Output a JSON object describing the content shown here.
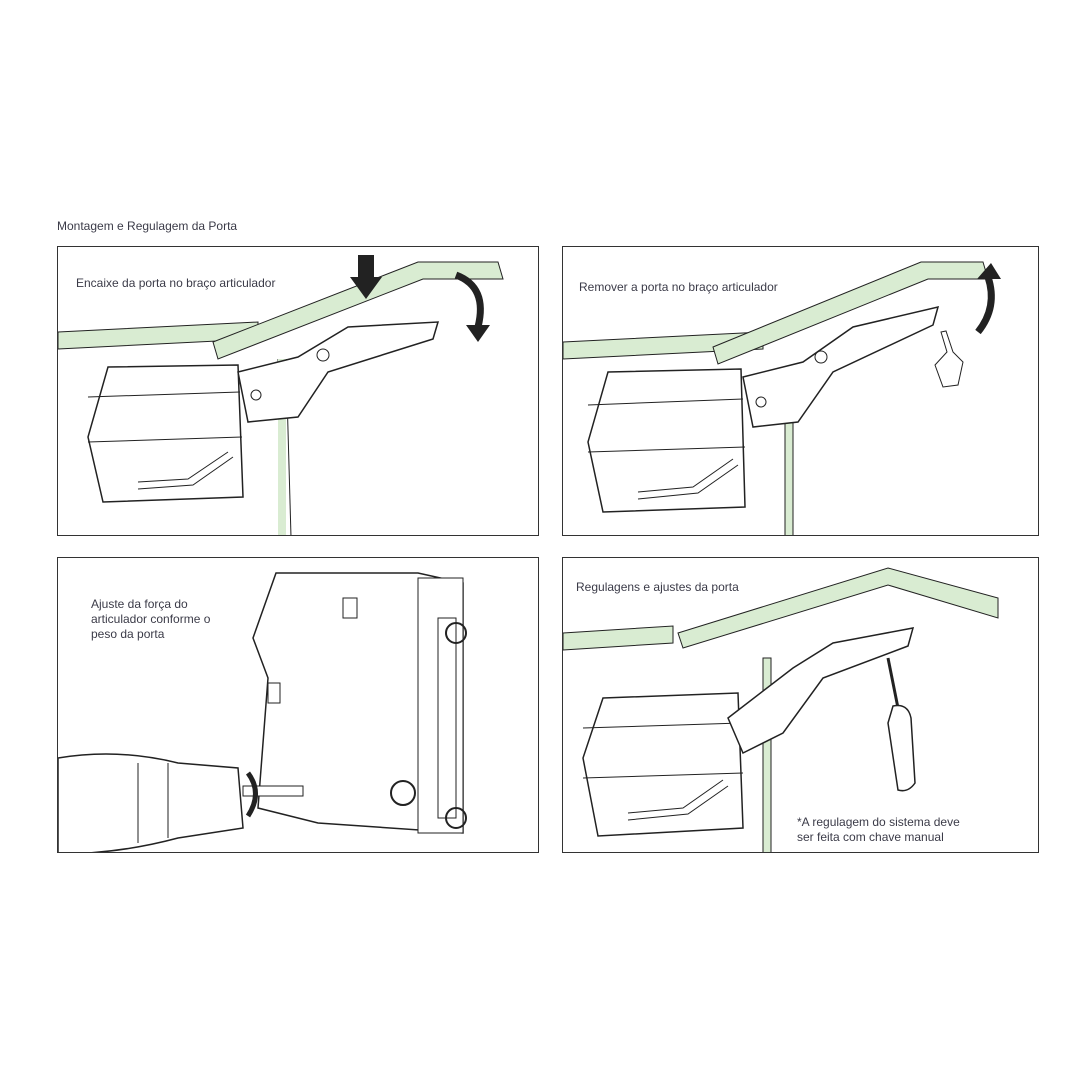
{
  "section_title": "Montagem e Regulagem da Porta",
  "panels": [
    {
      "caption": "Encaixe da porta no braço articulador"
    },
    {
      "caption": "Remover a porta no braço articulador"
    },
    {
      "caption_lines": [
        "Ajuste da força do",
        "articulador conforme o",
        "peso da porta"
      ]
    },
    {
      "caption": "Regulagens e ajustes da porta",
      "note_lines": [
        "*A regulagem do sistema deve",
        "ser feita com chave manual"
      ]
    }
  ],
  "colors": {
    "panel_fill": "#d9ecd2",
    "text": "#3b3b48"
  }
}
